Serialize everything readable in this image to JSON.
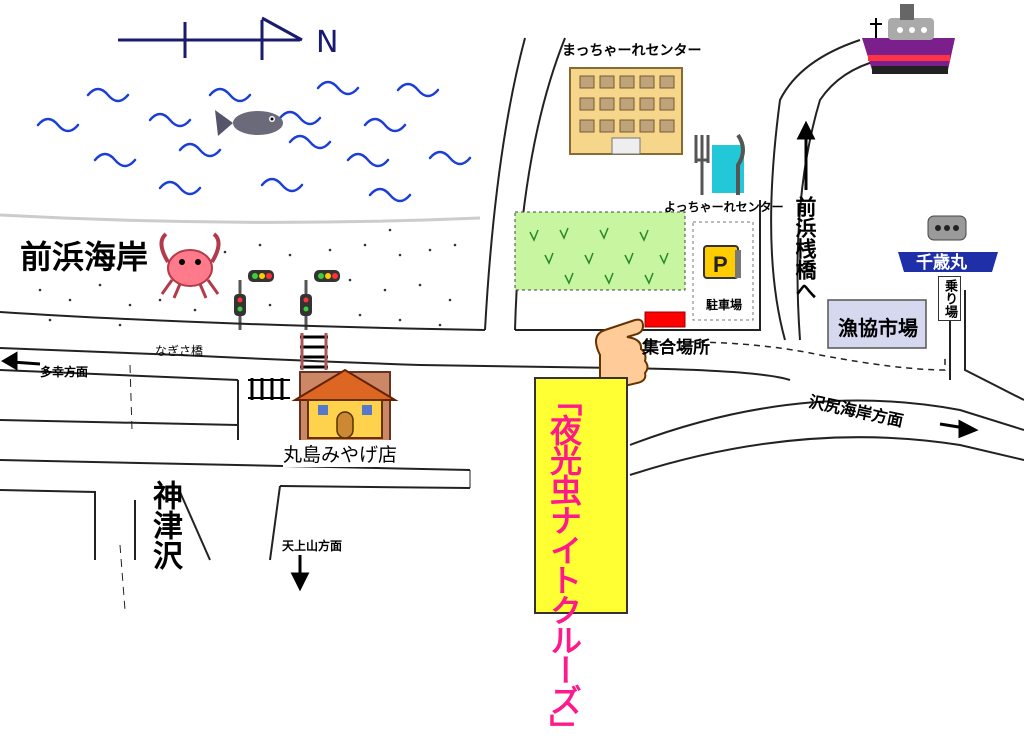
{
  "north": "N",
  "labels": {
    "coast": "前浜海岸",
    "nagisa_bridge": "なぎさ橋",
    "takou": "多幸方面",
    "mashimaru": "丸島みやげ店",
    "kouzusawa": "神津沢",
    "amagiyama": "天上山方面",
    "matcha_center": "まっちゃーれセンター",
    "yotcha_center": "よっちゃーれセンター",
    "parking": "駐車場",
    "parking_sign": "P",
    "meeting_place": "集合場所",
    "maehama_pier": "前浜桟橋へ",
    "chitose_maru": "千歳丸",
    "boarding": "乗り場",
    "fish_market": "漁協市場",
    "sawajiri": "沢尻海岸方面",
    "night_cruise": "「夜光虫ナイトクルーズ」"
  },
  "colors": {
    "sea_wave": "#1a3fd6",
    "grass": "#c8f5a0",
    "night_banner_bg": "#ffff33",
    "night_banner_text": "#ff1a8c",
    "meeting_marker": "#ff0000",
    "ship_hull": "#7a1f8c",
    "chitose_badge": "#1e2fa8",
    "fish_market_bg": "#d6d8f0",
    "crab": "#ff7a8a"
  },
  "icons": [
    "fish-icon",
    "crab-icon",
    "traffic-light-icon",
    "building-icon",
    "restaurant-icon",
    "parking-icon",
    "pointing-hand-icon",
    "shop-house-icon",
    "ferry-ship-icon",
    "arrow-icon"
  ]
}
